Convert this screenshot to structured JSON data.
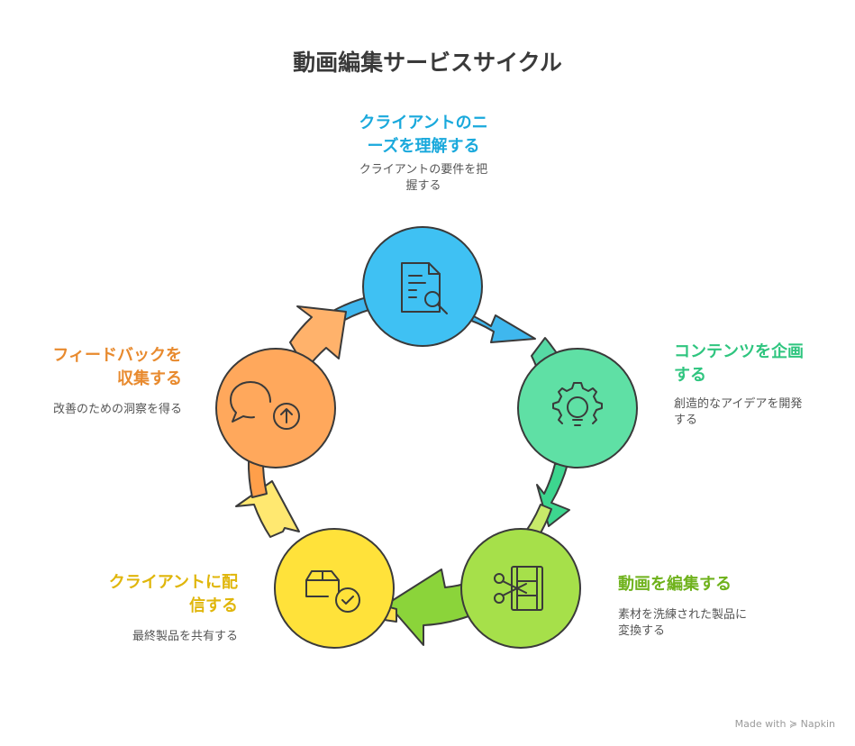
{
  "title": "動画編集サービスサイクル",
  "steps": [
    {
      "title_line1": "クライアントのニ",
      "title_line2": "ーズを理解する",
      "desc_line1": "クライアントの要件を把",
      "desc_line2": "握する",
      "color": "#1aa9dc",
      "icon": "document-search-icon"
    },
    {
      "title_line1": "コンテンツを企画",
      "title_line2": "する",
      "desc_line1": "創造的なアイデアを開発",
      "desc_line2": "する",
      "color": "#2fc57f",
      "icon": "lightbulb-gear-icon"
    },
    {
      "title_line1": "動画を編集する",
      "title_line2": "",
      "desc_line1": "素材を洗練された製品に",
      "desc_line2": "変換する",
      "color": "#7fbf1f",
      "icon": "film-scissors-icon"
    },
    {
      "title_line1": "クライアントに配",
      "title_line2": "信する",
      "desc_line1": "最終製品を共有する",
      "desc_line2": "",
      "color": "#e8c514",
      "icon": "package-check-icon"
    },
    {
      "title_line1": "フィードバックを",
      "title_line2": "収集する",
      "desc_line1": "改善のための洞察を得る",
      "desc_line2": "",
      "color": "#e88a2e",
      "icon": "chat-upload-icon"
    }
  ],
  "watermark": "Made with ≽ Napkin"
}
